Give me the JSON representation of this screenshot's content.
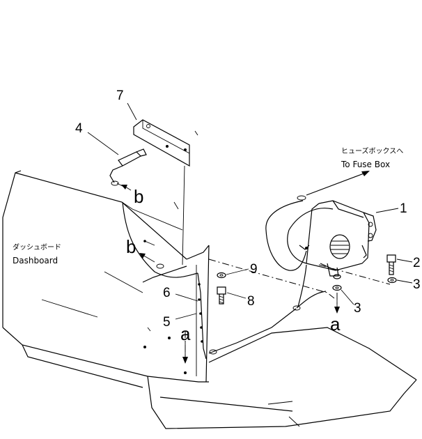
{
  "labels": {
    "dashboard_jp": "ダッシュボード",
    "dashboard_en": "Dashboard",
    "fuse_box_jp": "ヒューズボックスへ",
    "fuse_box_en": "To Fuse Box"
  },
  "part_numbers": {
    "p1": "1",
    "p2": "2",
    "p3a": "3",
    "p3b": "3",
    "p4": "4",
    "p5": "5",
    "p6": "6",
    "p7": "7",
    "p8": "8",
    "p9": "9"
  },
  "reference_marks": {
    "a_left": "a",
    "a_right": "a",
    "b_top": "b",
    "b_mid": "b"
  }
}
